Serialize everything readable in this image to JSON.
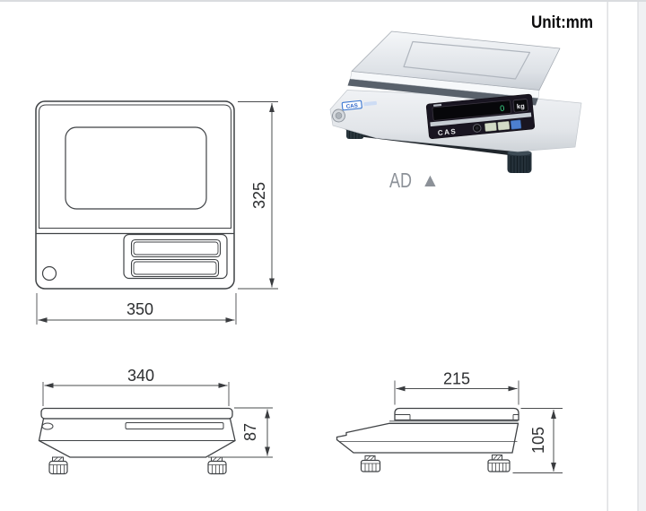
{
  "page": {
    "unit_label": "Unit:mm",
    "background_color": "#ffffff",
    "divider_color": "#d9dbde"
  },
  "product": {
    "series_label": "AD",
    "series_marker": "▲",
    "brand": "CAS",
    "display_unit": "kg",
    "display_value": "0",
    "series_label_color": "#8c9198",
    "brand_blue": "#2e66c9",
    "panel_color": "#191521",
    "key_blue": "#4d7fd0"
  },
  "dimensions": {
    "top_view": {
      "width": "350",
      "depth": "325"
    },
    "front_view": {
      "width": "340",
      "height": "87"
    },
    "side_view": {
      "depth": "215",
      "height": "105"
    }
  },
  "drawing": {
    "line_color": "#3f4245",
    "dim_text_color": "#2c2e30"
  }
}
